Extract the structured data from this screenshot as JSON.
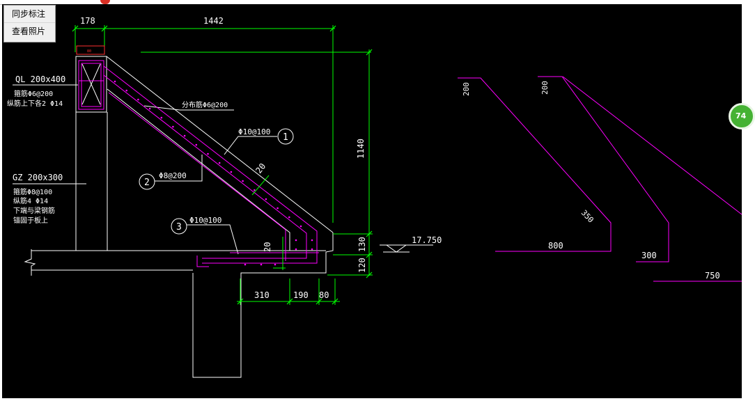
{
  "context_menu": {
    "items": [
      {
        "label": "同步标注"
      },
      {
        "label": "查看照片"
      }
    ]
  },
  "badge": {
    "text": "74"
  },
  "colors": {
    "background": "#000000",
    "outline": "#ffffff",
    "dimension": "#00ff00",
    "rebar": "#ff00ff",
    "badge": "#45b233",
    "notification_dot": "#d93025"
  },
  "drawing": {
    "dimensions": {
      "top_left": "178",
      "top_span": "1442",
      "height": "1140",
      "lower_130": "130",
      "lower_120": "120",
      "inner_20": "20",
      "diag_20": "20",
      "bottom_310": "310",
      "bottom_190": "190",
      "bottom_80": "80",
      "red_tag": "80"
    },
    "elevation": "17.750",
    "beam_label": {
      "name": "QL 200x400",
      "line1": "箍筋Φ6@200",
      "line2": "纵筋上下各2 Φ14"
    },
    "column_label": {
      "name": "GZ 200x300",
      "line1": "箍筋Φ8@100",
      "line2": "纵筋4 Φ14",
      "line3": "下端与梁钢筋",
      "line4": "锚固于板上"
    },
    "distribution_rebar": "分布筋Φ6@200",
    "callouts": [
      {
        "num": "1",
        "text": "Φ10@100"
      },
      {
        "num": "2",
        "text": "Φ8@200"
      },
      {
        "num": "3",
        "text": "Φ10@100"
      }
    ],
    "detail1": {
      "top": "200",
      "diag": "350",
      "bottom": "800"
    },
    "detail2": {
      "top": "200",
      "vertical": "300",
      "bottom": "750"
    }
  }
}
